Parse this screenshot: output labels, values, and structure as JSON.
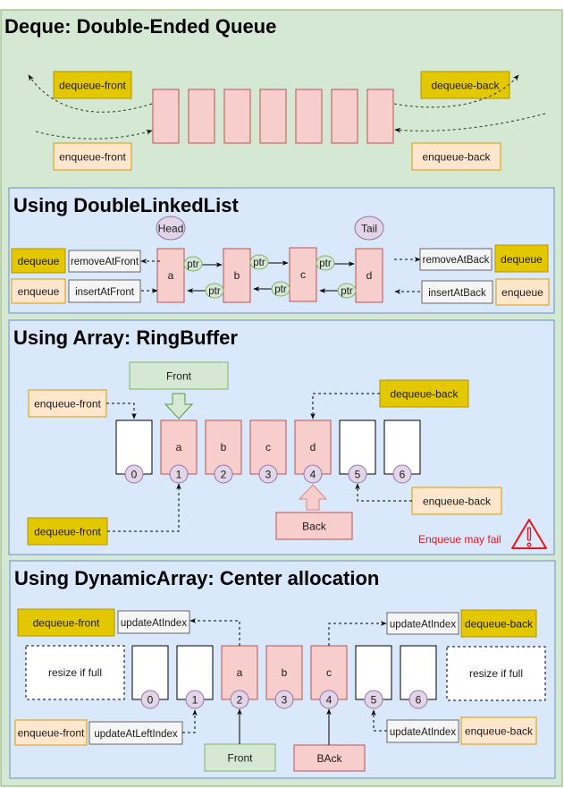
{
  "colors": {
    "outer_bg": "#d5e8d4",
    "outer_border": "#82b366",
    "panel_bg": "#dae8fc",
    "panel_border": "#6c8ebf",
    "cell_fill": "#f8cecc",
    "cell_border": "#b85450",
    "dequeue_fill": "#e3c800",
    "dequeue_border": "#b09500",
    "enqueue_fill": "#ffe6cc",
    "enqueue_border": "#d79b00",
    "method_fill": "#f5f5f5",
    "method_border": "#666666",
    "index_fill": "#e1d5e7",
    "index_border": "#9673a6",
    "ptr_fill": "#d5e8d4",
    "ptr_border": "#82b366",
    "warning": "#e8141e"
  },
  "main": {
    "title": "Deque: Double-Ended Queue",
    "dequeue_front": "dequeue-front",
    "dequeue_back": "dequeue-back",
    "enqueue_front": "enqueue-front",
    "enqueue_back": "enqueue-back",
    "cell_count": 7
  },
  "linked_list": {
    "title": "Using DoubleLinkedList",
    "head": "Head",
    "tail": "Tail",
    "nodes": [
      "a",
      "b",
      "c",
      "d"
    ],
    "ptr_label": "ptr",
    "left_dequeue": "dequeue",
    "left_enqueue": "enqueue",
    "remove_front": "removeAtFront",
    "insert_front": "insertAtFront",
    "remove_back": "removeAtBack",
    "insert_back": "insertAtBack",
    "right_dequeue": "dequeue",
    "right_enqueue": "enqueue"
  },
  "ring_buffer": {
    "title": "Using Array: RingBuffer",
    "front": "Front",
    "back": "Back",
    "enqueue_front": "enqueue-front",
    "dequeue_front": "dequeue-front",
    "dequeue_back": "dequeue-back",
    "enqueue_back": "enqueue-back",
    "cells": [
      "",
      "a",
      "b",
      "c",
      "d",
      "",
      ""
    ],
    "indices": [
      "0",
      "1",
      "2",
      "3",
      "4",
      "5",
      "6"
    ],
    "warning": "Enqueue may fail"
  },
  "dynamic_array": {
    "title": "Using DynamicArray: Center allocation",
    "dequeue_front": "dequeue-front",
    "update_at_index_front": "updateAtIndex",
    "dequeue_back": "dequeue-back",
    "update_at_index_back": "updateAtIndex",
    "enqueue_front": "enqueue-front",
    "update_at_left_index": "updateAtLeftIndex",
    "enqueue_back": "enqueue-back",
    "update_at_index_enqueue": "updateAtIndex",
    "resize_left": "resize if full",
    "resize_right": "resize if full",
    "cells": [
      "",
      "",
      "a",
      "b",
      "c",
      "",
      ""
    ],
    "indices": [
      "0",
      "1",
      "2",
      "3",
      "4",
      "5",
      "6"
    ],
    "front": "Front",
    "back": "BAck"
  }
}
